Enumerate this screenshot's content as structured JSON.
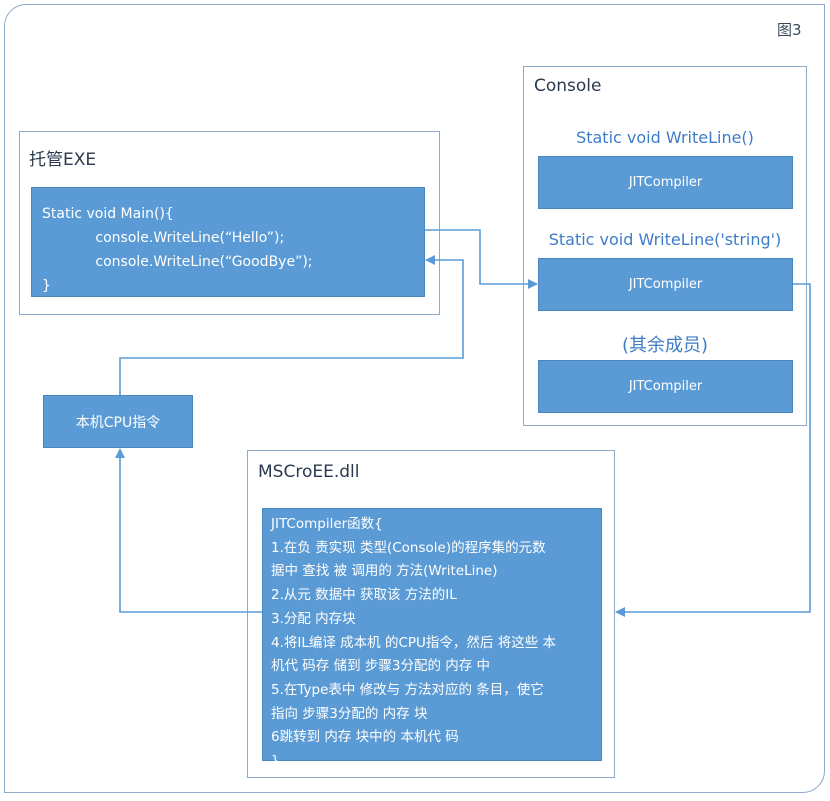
{
  "figure_label": "图3",
  "managed_exe": {
    "title": "托管EXE",
    "code_lines": [
      "Static void Main(){",
      "            console.WriteLine(“Hello”);",
      "            console.WriteLine(“GoodBye”);",
      "}"
    ]
  },
  "console": {
    "title": "Console",
    "members": [
      {
        "title": "Static void WriteLine()",
        "box_label": "JITCompiler"
      },
      {
        "title": "Static void WriteLine('string')",
        "box_label": "JITCompiler"
      },
      {
        "title": "(其余成员)",
        "box_label": "JITCompiler"
      }
    ]
  },
  "native_cpu": {
    "label": "本机CPU指令"
  },
  "mscoree": {
    "title": "MSCroEE.dll",
    "lines": [
      "JITCompiler函数{",
      "1.在负 责实现 类型(Console)的程序集的元数",
      "据中 查找 被 调用的 方法(WriteLine)",
      "2.从元 数据中 获取该 方法的IL",
      "3.分配 内存块",
      "4.将IL编译 成本机 的CPU指令，然后 将这些 本",
      "机代 码存 储到 步骤3分配的 内存 中",
      "5.在Type表中 修改与 方法对应的 条目，使它",
      "指向 步骤3分配的 内存 块",
      "6跳转到 内存 块中的 本机代 码",
      "}"
    ]
  },
  "colors": {
    "box_fill": "#5b9bd5",
    "line": "#5b9bd5",
    "title_blue": "#3d7cc9",
    "border": "#8ea9c9"
  }
}
